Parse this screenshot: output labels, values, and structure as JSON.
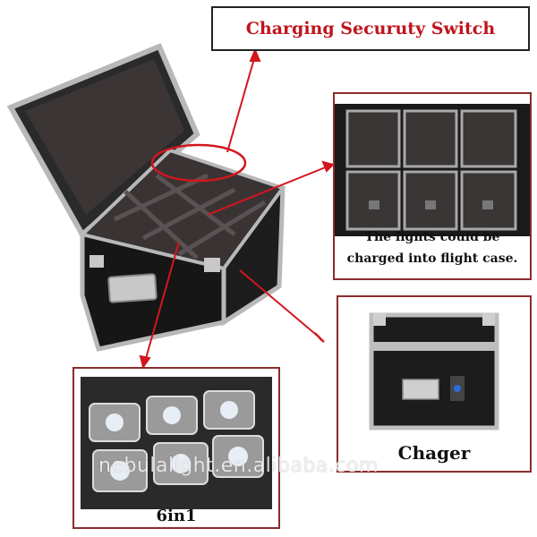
{
  "title": {
    "text": "Charging Securuty Switch",
    "color": "#c0141b"
  },
  "captions": {
    "compartments_line1": "The lights could be",
    "compartments_line2": "charged into flight case.",
    "charger": "Chager",
    "lights": "6in1"
  },
  "watermark": "nebulalight.en.alibaba.com",
  "colors": {
    "arrow": "#d2161d",
    "frame": "#8b2b2b",
    "case_metal": "#b8b8b8",
    "case_dark": "#1a1a1a"
  }
}
